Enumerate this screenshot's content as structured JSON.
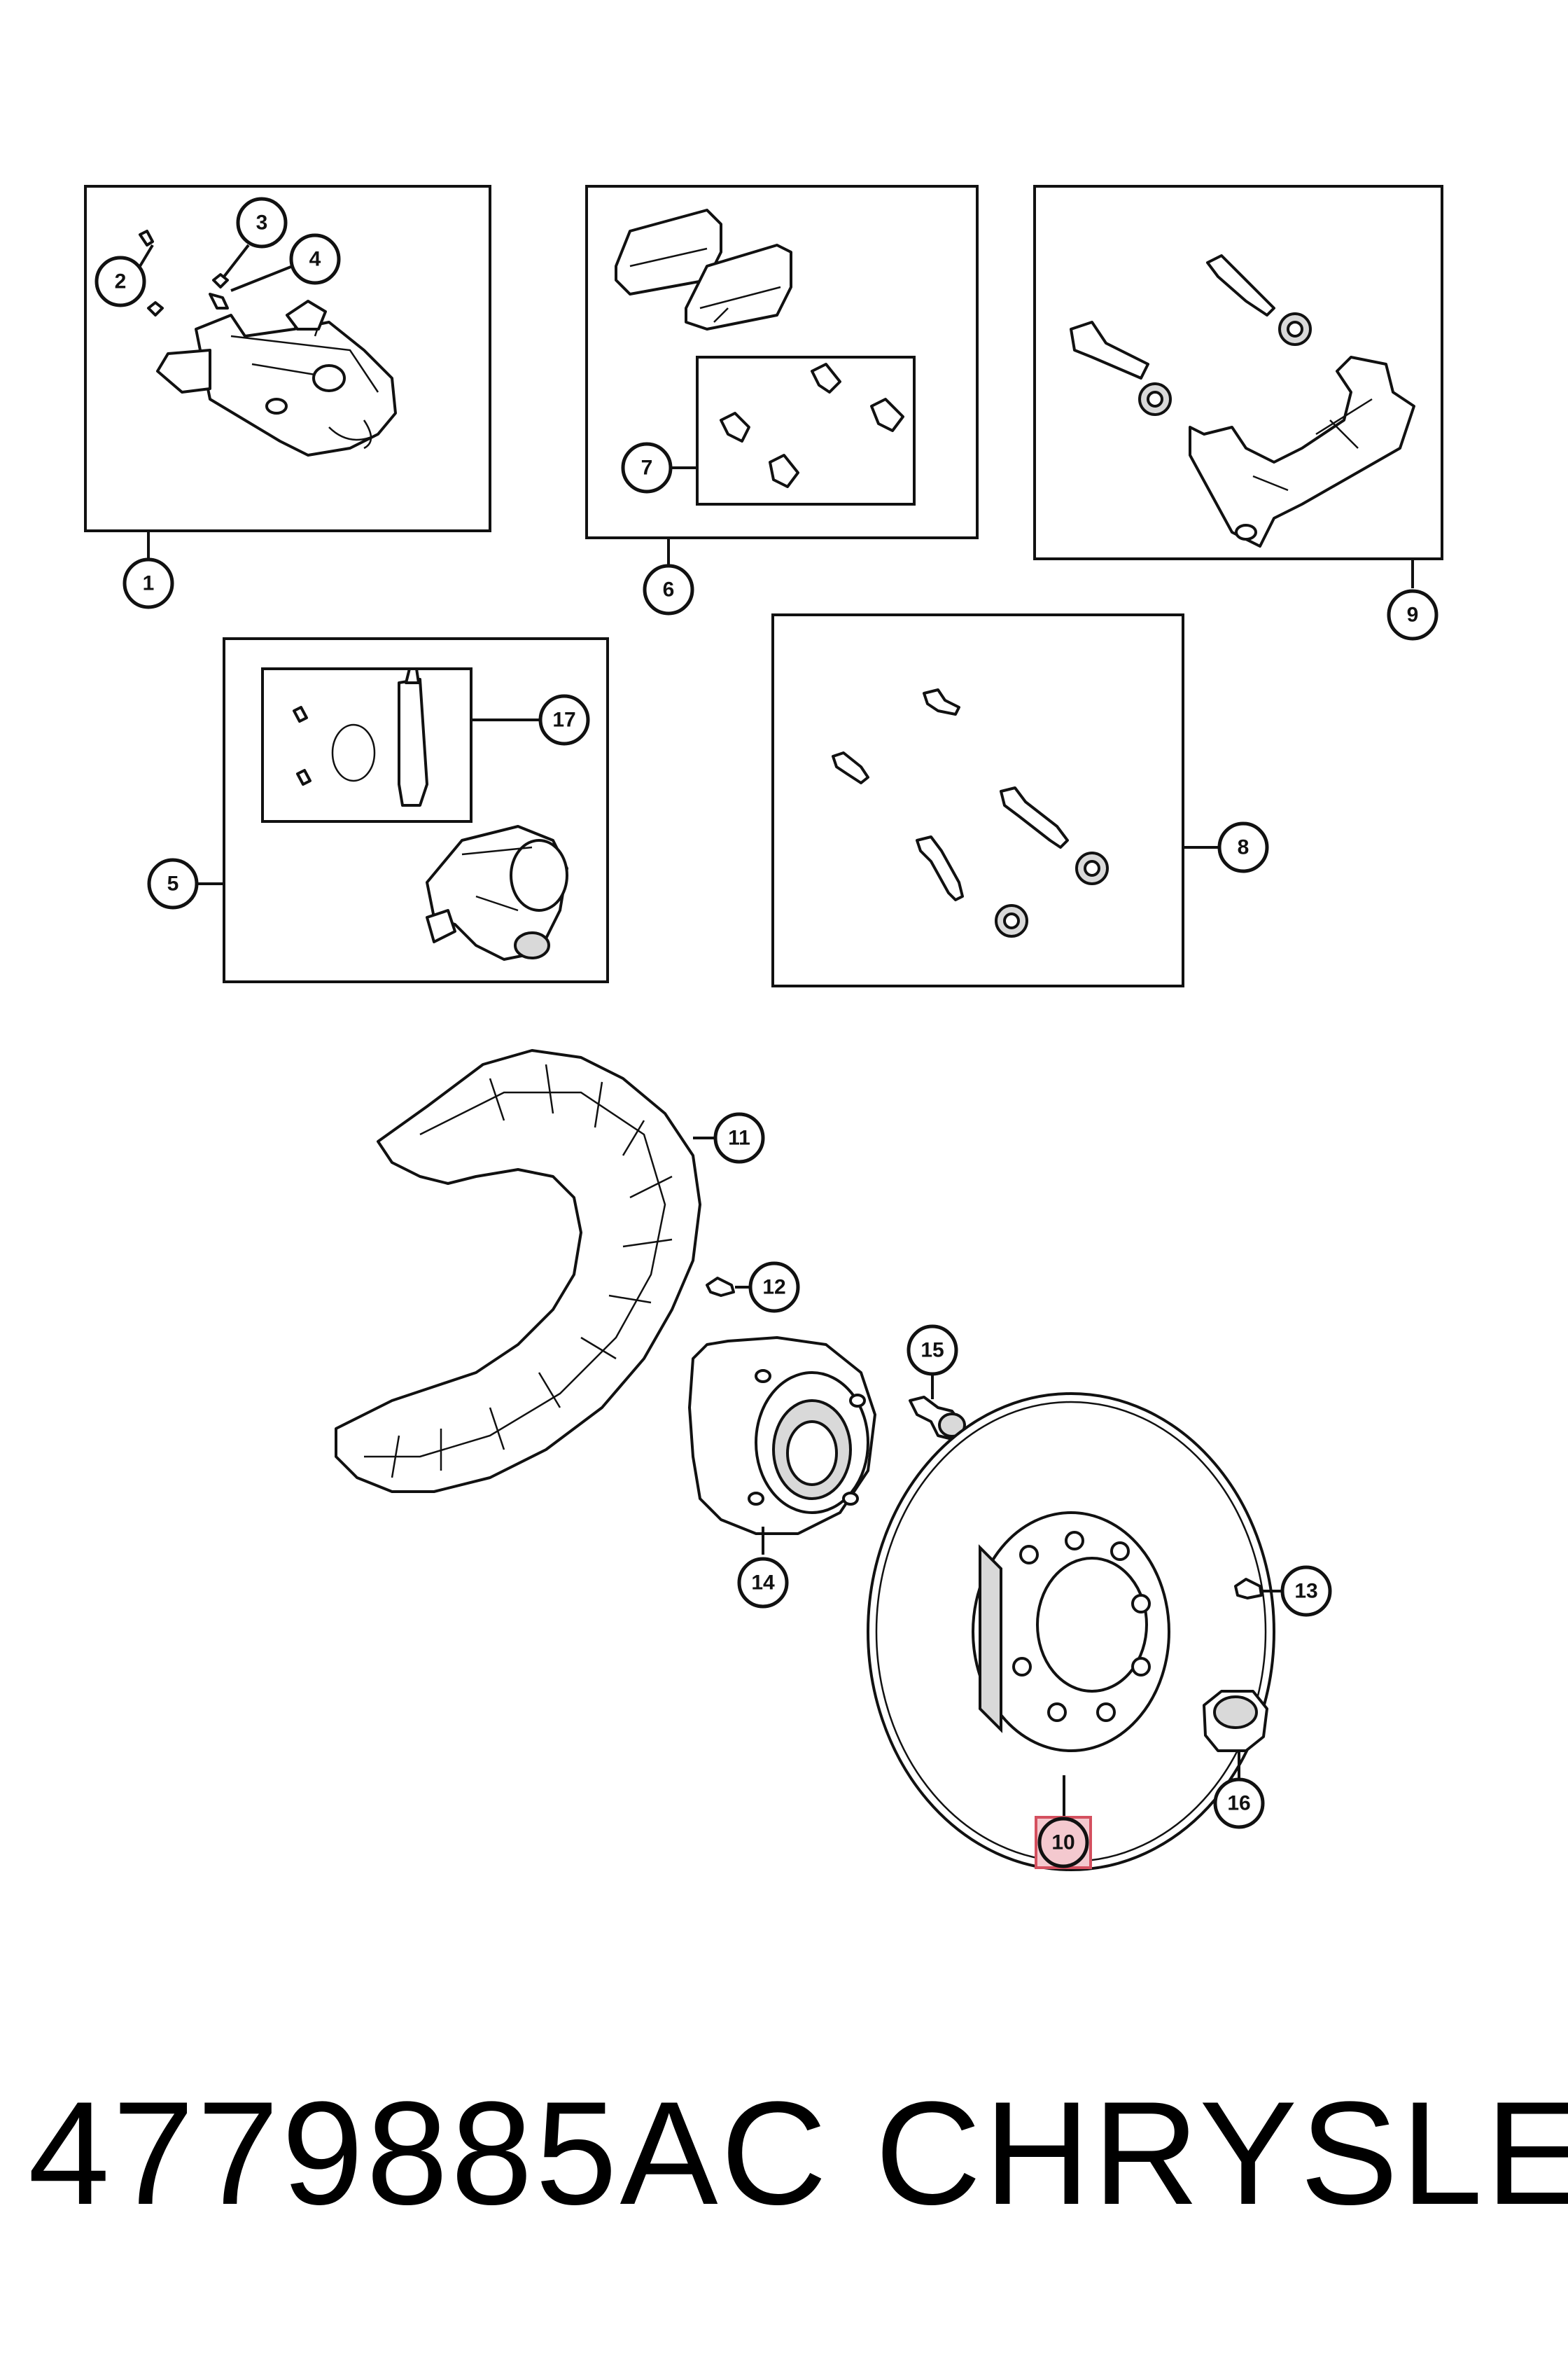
{
  "footer": {
    "part_number": "4779885AC",
    "brand": "CHRYSLER"
  },
  "callouts": [
    "1",
    "2",
    "3",
    "4",
    "5",
    "6",
    "7",
    "8",
    "9",
    "10",
    "11",
    "12",
    "13",
    "14",
    "15",
    "16",
    "17"
  ],
  "highlighted_callout": "10",
  "colors": {
    "highlight_fill": "#f4c9cf",
    "highlight_stroke": "#d4505f",
    "line": "#111111"
  }
}
